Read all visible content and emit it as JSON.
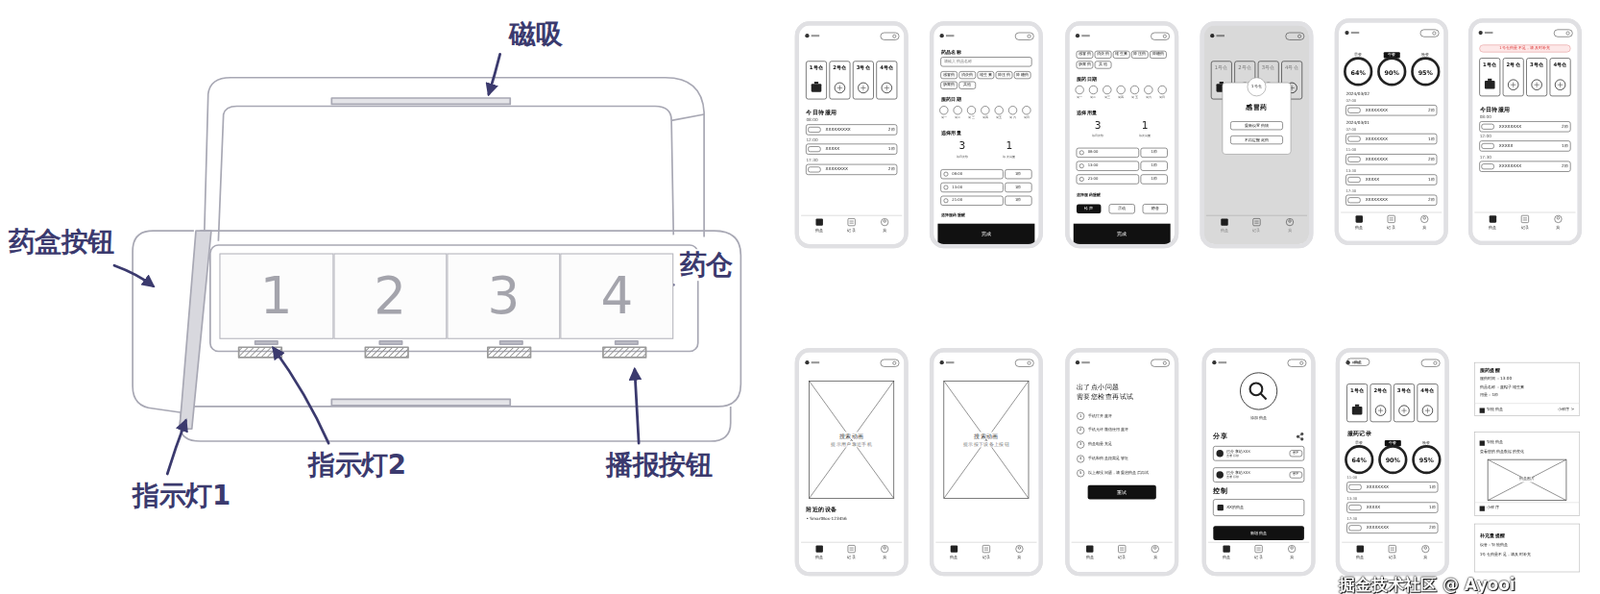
{
  "diagram": {
    "nodes": [
      {
        "text": [
          "1"
        ]
      },
      {
        "text": [
          "2"
        ]
      },
      {
        "text": [
          "3"
        ]
      },
      {
        "text": [
          "4"
        ]
      }
    ],
    "labels": [
      "磁吸",
      "药盒按钮",
      "药仓",
      "指示灯2",
      "播报按钮",
      "指示灯1",
      "1号仓",
      "2号仓",
      "3号仓",
      "4号仓",
      "今日待服用",
      "08:00",
      "XXXXXXXXX",
      "2粒",
      "12:00",
      "XXXXX",
      "1粒",
      "17:30",
      "XXXXXXXX",
      "2粒",
      "药盒",
      "记录",
      "我",
      "药品名称",
      "请输入药品名称",
      "感冒药",
      "消炎药",
      "维生素",
      "降压药",
      "降糖药",
      "肠胃药",
      "其他",
      "服药日期",
      "周一",
      "周二",
      "周三",
      "周四",
      "周五",
      "周六",
      "周日",
      "选择用量",
      "3",
      "1",
      "每日次数",
      "每次用量",
      "08:00",
      "1粒",
      "13:00",
      "1粒",
      "21:00",
      "1粒",
      "选择服药提醒",
      "完成",
      "感冒药",
      "消炎药",
      "维生素",
      "降压药",
      "降糖药",
      "肠胃药",
      "其他",
      "服药日期",
      "周一",
      "周二",
      "周三",
      "周四",
      "周五",
      "周六",
      "周日",
      "选择用量",
      "3",
      "1",
      "每日次数",
      "每次用量",
      "08:00",
      "1粒",
      "13:00",
      "1粒",
      "21:00",
      "1粒",
      "选择服药提醒",
      "铃声",
      "震动",
      "静音",
      "完成",
      "1号仓",
      "2号仓",
      "3号仓",
      "4号仓",
      "1号仓",
      "感冒药",
      "重新设置药物",
      "不再提醒此药",
      "药盒",
      "记录",
      "我",
      "早餐",
      "午餐",
      "晚餐",
      "64%",
      "90%",
      "95%",
      "2024/03/02",
      "07:00",
      "XXXXXXXX",
      "2粒",
      "2024/03/01",
      "07:00",
      "XXXXXXXX",
      "1粒",
      "11:00",
      "XXXXXXXX",
      "2粒",
      "13:30",
      "XXXXX",
      "1粒",
      "17:30",
      "XXXXXXXX",
      "2粒",
      "药盒",
      "记录",
      "我",
      "1号仓药量不足，请及时补充",
      "1号仓",
      "2号仓",
      "3号仓",
      "4号仓",
      "今日待服用",
      "08:00",
      "XXXXXXXX",
      "2粒",
      "12:00",
      "XXXXX",
      "1粒",
      "17:30",
      "XXXXXXXX",
      "2粒",
      "药盒",
      "记录",
      "我",
      "搜索动画",
      "提示用户靠近手机",
      "附近的设备",
      "• SmartBox-123456",
      "药盒",
      "记录",
      "我",
      "搜索动画",
      "提示按下设备上按钮",
      "药盒",
      "记录",
      "我",
      "出了点小问题",
      "需要您检查再试试",
      "1",
      "手机打开蓝牙",
      "2",
      "手机允许微信使用蓝牙",
      "3",
      "药盒电量充足",
      "4",
      "手机和药盒距离足够近",
      "5",
      "以上都没问题，请重启药盒后再试",
      "重试",
      "药盒",
      "记录",
      "我",
      "添加药盒",
      "分享",
      "已分享给XXX",
      "查看权限",
      "管理",
      "已分享给XXX",
      "查看权限",
      "管理",
      "控制",
      "XX的药盒",
      "新增药盒",
      "药盒",
      "记录",
      "我",
      "药盒",
      "1号仓",
      "2号仓",
      "3号仓",
      "4号仓",
      "服药记录",
      "早餐",
      "午餐",
      "晚餐",
      "64%",
      "90%",
      "95%",
      "11:00",
      "XXXXXXXX",
      "1粒",
      "13:30",
      "XXXXX",
      "1粒",
      "17:30",
      "XXXXXXXX",
      "2粒",
      "药盒",
      "记录",
      "我",
      "服药提醒",
      "服药时间：13:00",
      "药品名称：蓝帽子维生素",
      "用量：1粒",
      "智能药盒",
      "小程序 >",
      "智能药盒",
      "查看您的药盒数据的变化",
      "药盒图片",
      "小程序",
      "补充量提醒",
      "设备：智能药盒",
      "1号仓药量不足，请及时补充",
      "掘金技术社区 @ Ayooi"
    ]
  }
}
